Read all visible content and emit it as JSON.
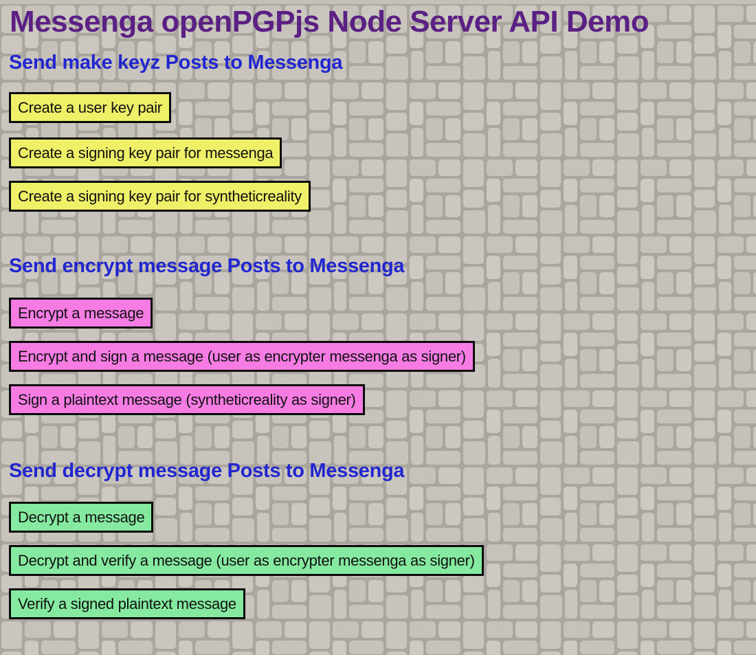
{
  "page": {
    "title": "Messenga openPGPjs Node Server API Demo",
    "background_texture": "stone-masonry"
  },
  "colors": {
    "title_text": "#5b2084",
    "heading_text": "#2226cf",
    "keys_button_bg": "#eef068",
    "encrypt_button_bg": "#f67ce4",
    "decrypt_button_bg": "#85eaa0",
    "button_border": "#0a0a0a",
    "button_text": "#111111",
    "stone_fill": "#cac6be",
    "grout_fill": "#a9a59d"
  },
  "sections": [
    {
      "heading": "Send make keyz Posts to Messenga",
      "buttons": [
        "Create a user key pair",
        "Create a signing key pair for messenga",
        "Create a signing key pair for syntheticreality"
      ]
    },
    {
      "heading": "Send encrypt message Posts to Messenga",
      "buttons": [
        "Encrypt a message",
        "Encrypt and sign a message (user as encrypter messenga as signer)",
        "Sign a plaintext message (syntheticreality as signer)"
      ]
    },
    {
      "heading": "Send decrypt message Posts to Messenga",
      "buttons": [
        "Decrypt a message",
        "Decrypt and verify a message (user as encrypter messenga as signer)",
        "Verify a signed plaintext message"
      ]
    }
  ]
}
